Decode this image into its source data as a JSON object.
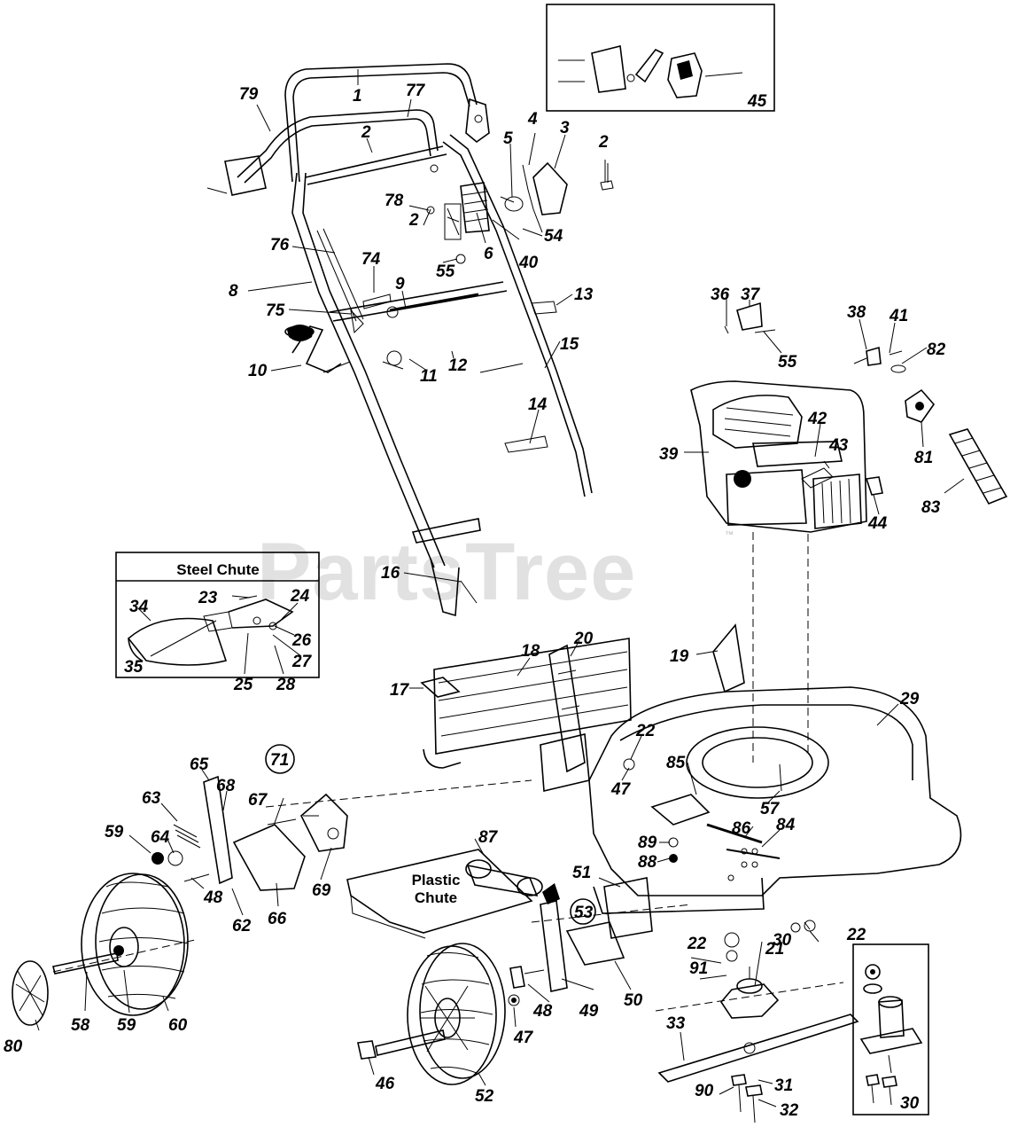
{
  "watermark": {
    "text": "PartsTree",
    "mark": "™"
  },
  "insets": {
    "steel_chute": {
      "title": "Steel Chute"
    },
    "plastic_chute": {
      "line1": "Plastic",
      "line2": "Chute"
    }
  },
  "callouts": [
    {
      "id": "c1",
      "text": "1"
    },
    {
      "id": "c77",
      "text": "77"
    },
    {
      "id": "c79",
      "text": "79"
    },
    {
      "id": "c2a",
      "text": "2"
    },
    {
      "id": "c4",
      "text": "4"
    },
    {
      "id": "c3",
      "text": "3"
    },
    {
      "id": "c5",
      "text": "5"
    },
    {
      "id": "c2b",
      "text": "2"
    },
    {
      "id": "c78",
      "text": "78"
    },
    {
      "id": "c2c",
      "text": "2"
    },
    {
      "id": "c54",
      "text": "54"
    },
    {
      "id": "c76",
      "text": "76"
    },
    {
      "id": "c6",
      "text": "6"
    },
    {
      "id": "c40",
      "text": "40"
    },
    {
      "id": "c55a",
      "text": "55"
    },
    {
      "id": "c74",
      "text": "74"
    },
    {
      "id": "c8",
      "text": "8"
    },
    {
      "id": "c9",
      "text": "9"
    },
    {
      "id": "c13",
      "text": "13"
    },
    {
      "id": "c75",
      "text": "75"
    },
    {
      "id": "c15",
      "text": "15"
    },
    {
      "id": "c10",
      "text": "10"
    },
    {
      "id": "c11",
      "text": "11"
    },
    {
      "id": "c12",
      "text": "12"
    },
    {
      "id": "c14",
      "text": "14"
    },
    {
      "id": "c16",
      "text": "16"
    },
    {
      "id": "c45",
      "text": "45"
    },
    {
      "id": "c36",
      "text": "36"
    },
    {
      "id": "c37",
      "text": "37"
    },
    {
      "id": "c38",
      "text": "38"
    },
    {
      "id": "c41",
      "text": "41"
    },
    {
      "id": "c82",
      "text": "82"
    },
    {
      "id": "c55b",
      "text": "55"
    },
    {
      "id": "c42",
      "text": "42"
    },
    {
      "id": "c43",
      "text": "43"
    },
    {
      "id": "c39",
      "text": "39"
    },
    {
      "id": "c81",
      "text": "81"
    },
    {
      "id": "c44",
      "text": "44"
    },
    {
      "id": "c83",
      "text": "83"
    },
    {
      "id": "c23",
      "text": "23"
    },
    {
      "id": "c24",
      "text": "24"
    },
    {
      "id": "c34",
      "text": "34"
    },
    {
      "id": "c26",
      "text": "26"
    },
    {
      "id": "c27",
      "text": "27"
    },
    {
      "id": "c35",
      "text": "35"
    },
    {
      "id": "c25",
      "text": "25"
    },
    {
      "id": "c28",
      "text": "28"
    },
    {
      "id": "c18",
      "text": "18"
    },
    {
      "id": "c20",
      "text": "20"
    },
    {
      "id": "c19",
      "text": "19"
    },
    {
      "id": "c17",
      "text": "17"
    },
    {
      "id": "c29",
      "text": "29"
    },
    {
      "id": "c71",
      "text": "71"
    },
    {
      "id": "c22a",
      "text": "22"
    },
    {
      "id": "c65",
      "text": "65"
    },
    {
      "id": "c68",
      "text": "68"
    },
    {
      "id": "c63",
      "text": "63"
    },
    {
      "id": "c67",
      "text": "67"
    },
    {
      "id": "c85",
      "text": "85"
    },
    {
      "id": "c47a",
      "text": "47"
    },
    {
      "id": "c57",
      "text": "57"
    },
    {
      "id": "c86",
      "text": "86"
    },
    {
      "id": "c84",
      "text": "84"
    },
    {
      "id": "c59a",
      "text": "59"
    },
    {
      "id": "c64",
      "text": "64"
    },
    {
      "id": "c87",
      "text": "87"
    },
    {
      "id": "c89",
      "text": "89"
    },
    {
      "id": "c88",
      "text": "88"
    },
    {
      "id": "c51",
      "text": "51"
    },
    {
      "id": "c69",
      "text": "69"
    },
    {
      "id": "c48a",
      "text": "48"
    },
    {
      "id": "c62",
      "text": "62"
    },
    {
      "id": "c66",
      "text": "66"
    },
    {
      "id": "c53",
      "text": "53"
    },
    {
      "id": "c21",
      "text": "21"
    },
    {
      "id": "c22b",
      "text": "22"
    },
    {
      "id": "c22c",
      "text": "22"
    },
    {
      "id": "c30a",
      "text": "30"
    },
    {
      "id": "c91",
      "text": "91"
    },
    {
      "id": "c58",
      "text": "58"
    },
    {
      "id": "c59b",
      "text": "59"
    },
    {
      "id": "c60",
      "text": "60"
    },
    {
      "id": "c80",
      "text": "80"
    },
    {
      "id": "c48b",
      "text": "48"
    },
    {
      "id": "c49",
      "text": "49"
    },
    {
      "id": "c50",
      "text": "50"
    },
    {
      "id": "c47b",
      "text": "47"
    },
    {
      "id": "c33",
      "text": "33"
    },
    {
      "id": "c31",
      "text": "31"
    },
    {
      "id": "c46",
      "text": "46"
    },
    {
      "id": "c52",
      "text": "52"
    },
    {
      "id": "c90",
      "text": "90"
    },
    {
      "id": "c32",
      "text": "32"
    },
    {
      "id": "c30b",
      "text": "30"
    }
  ]
}
